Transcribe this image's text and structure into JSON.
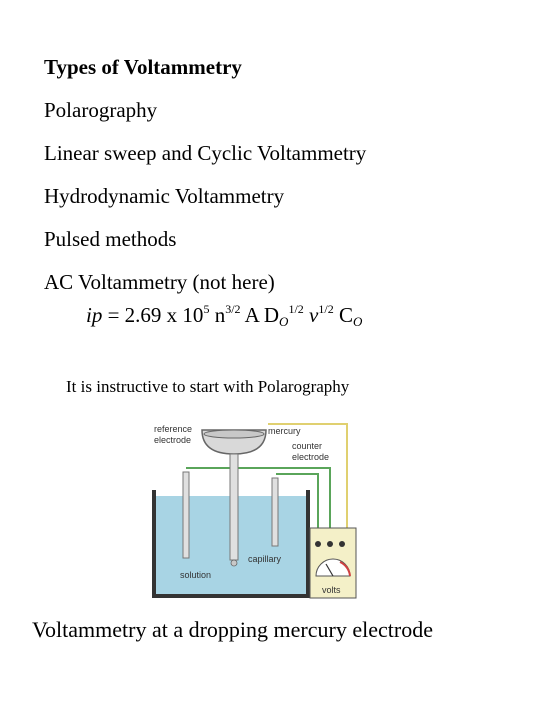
{
  "title": "Types of Voltammetry",
  "methods": [
    "Polarography",
    "Linear sweep and Cyclic Voltammetry",
    "Hydrodynamic Voltammetry",
    "Pulsed methods",
    "AC Voltammetry (not here)"
  ],
  "formula": {
    "lhs": "ip",
    "eq": " = 2.69 x 10",
    "exp5": "5",
    "n": " n",
    "exp32a": "3/2",
    "a": " A D",
    "sub_o1": "O",
    "exp12a": "1/2",
    "nu": " ν",
    "exp12b": "1/2",
    "c": " C",
    "sub_o2": "O"
  },
  "intro": "It is instructive to start with Polarography",
  "diagram": {
    "labels": {
      "reference_electrode_1": "reference",
      "reference_electrode_2": "electrode",
      "mercury": "mercury",
      "counter_electrode_1": "counter",
      "counter_electrode_2": "electrode",
      "capillary": "capillary",
      "solution": "solution",
      "volts": "volts"
    },
    "colors": {
      "solution": "#a8d4e4",
      "wire_yellow": "#e0d070",
      "wire_green": "#5aa55a",
      "meter_body": "#f4f0c8",
      "mercury": "#c8c8c8"
    }
  },
  "caption": "Voltammetry at a dropping mercury electrode"
}
